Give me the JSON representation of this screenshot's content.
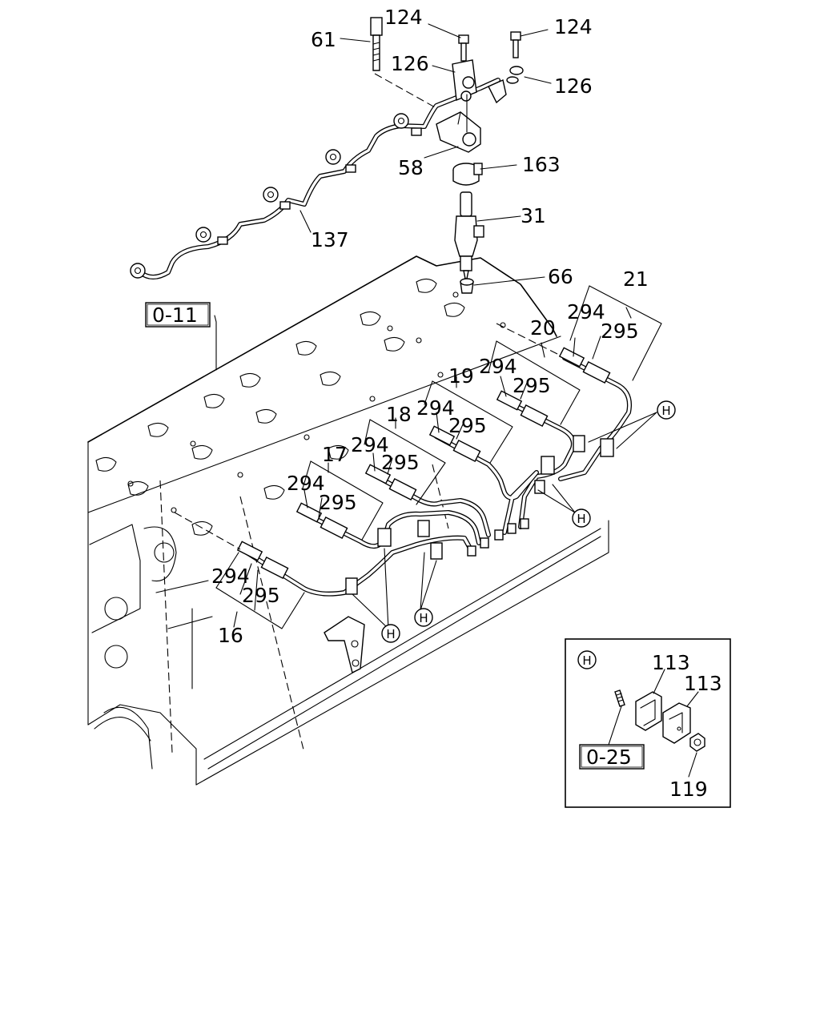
{
  "callouts": [
    {
      "id": "c61",
      "text": "61"
    },
    {
      "id": "c124a",
      "text": "124"
    },
    {
      "id": "c124b",
      "text": "124"
    },
    {
      "id": "c126a",
      "text": "126"
    },
    {
      "id": "c126b",
      "text": "126"
    },
    {
      "id": "c58",
      "text": "58"
    },
    {
      "id": "c163",
      "text": "163"
    },
    {
      "id": "c31",
      "text": "31"
    },
    {
      "id": "c137",
      "text": "137"
    },
    {
      "id": "c66",
      "text": "66"
    },
    {
      "id": "c21",
      "text": "21"
    },
    {
      "id": "c20",
      "text": "20"
    },
    {
      "id": "c19",
      "text": "19"
    },
    {
      "id": "c18",
      "text": "18"
    },
    {
      "id": "c17",
      "text": "17"
    },
    {
      "id": "c16",
      "text": "16"
    },
    {
      "id": "c294a",
      "text": "294"
    },
    {
      "id": "c295a",
      "text": "295"
    },
    {
      "id": "c294b",
      "text": "294"
    },
    {
      "id": "c295b",
      "text": "295"
    },
    {
      "id": "c294c",
      "text": "294"
    },
    {
      "id": "c295c",
      "text": "295"
    },
    {
      "id": "c294d",
      "text": "294"
    },
    {
      "id": "c295d",
      "text": "295"
    },
    {
      "id": "c294e",
      "text": "294"
    },
    {
      "id": "c295e",
      "text": "295"
    },
    {
      "id": "c294f",
      "text": "294"
    },
    {
      "id": "c295f",
      "text": "295"
    },
    {
      "id": "c113a",
      "text": "113"
    },
    {
      "id": "c113b",
      "text": "113"
    },
    {
      "id": "c119",
      "text": "119"
    }
  ],
  "ref_boxes": [
    {
      "id": "ref-0-11",
      "text": "0-11"
    },
    {
      "id": "ref-0-25",
      "text": "0-25"
    }
  ],
  "detail_marker": "H",
  "detail_inset": {
    "marker": "H"
  }
}
